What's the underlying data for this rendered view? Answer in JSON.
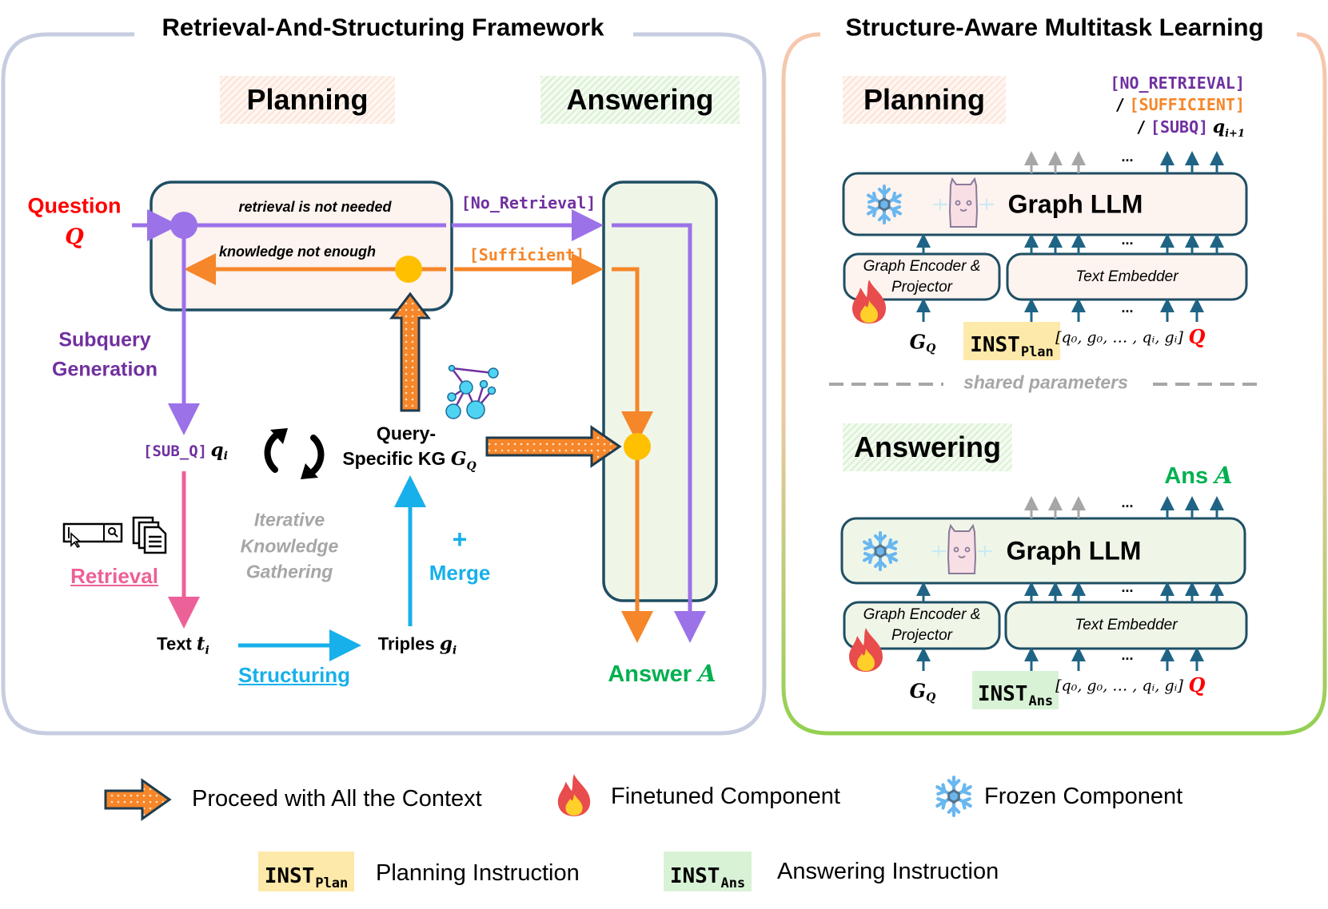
{
  "left_panel": {
    "title": "Retrieval-And-Structuring Framework",
    "planning_label": "Planning",
    "answering_label": "Answering",
    "question_label": "Question",
    "question_symbol": "Q",
    "planning_box": {
      "top_path_label": "retrieval is not needed",
      "bottom_path_label": "knowledge not enough"
    },
    "no_retrieval_token": "[No_Retrieval]",
    "sufficient_token": "[Sufficient]",
    "subquery_generation": [
      "Subquery",
      "Generation"
    ],
    "subq_token": "[SUB_Q]",
    "subq_symbol": "q",
    "subq_index": "i",
    "retrieval_label": "Retrieval",
    "iterative_label": [
      "Iterative",
      "Knowledge",
      "Gathering"
    ],
    "text_label": "Text",
    "text_symbol": "t",
    "text_index": "i",
    "structuring_label": "Structuring",
    "triples_label": "Triples",
    "triples_symbol": "g",
    "triples_index": "i",
    "merge_plus": "+",
    "merge_label": "Merge",
    "kg_label": [
      "Query-",
      "Specific KG"
    ],
    "kg_symbol": "G",
    "kg_index": "Q",
    "answer_label": "Answer",
    "answer_symbol": "A",
    "icons": [
      "search-bar-icon",
      "documents-icon",
      "refresh-cycle-icon",
      "knowledge-graph-icon"
    ]
  },
  "right_panel": {
    "title": "Structure-Aware Multitask Learning",
    "planning": {
      "label": "Planning",
      "outputs": {
        "line1": "[NO_RETRIEVAL]",
        "line2_sep": "/",
        "line2": "[SUFFICIENT]",
        "line3_sep": "/",
        "line3": "[SUBQ]",
        "line3_symbol": "q",
        "line3_index": "i+1"
      },
      "llm_label": "Graph LLM",
      "encoder_label": [
        "Graph Encoder &",
        "Projector"
      ],
      "embedder_label": "Text Embedder",
      "graph_input": "G",
      "graph_input_index": "Q",
      "inst_main": "INST",
      "inst_sub": "Plan",
      "sequence": "[q₀, g₀, … , qᵢ, gᵢ]",
      "question": "Q",
      "ellipsis": "..."
    },
    "shared_label": "shared parameters",
    "answering": {
      "label": "Answering",
      "output_label": "Ans",
      "output_symbol": "A",
      "llm_label": "Graph LLM",
      "encoder_label": [
        "Graph Encoder &",
        "Projector"
      ],
      "embedder_label": "Text Embedder",
      "graph_input": "G",
      "graph_input_index": "Q",
      "inst_main": "INST",
      "inst_sub": "Ans",
      "sequence": "[q₀, g₀, … , qᵢ, gᵢ]",
      "question": "Q",
      "ellipsis": "..."
    }
  },
  "legend": {
    "proceed": "Proceed with All the Context",
    "finetuned": "Finetuned Component",
    "frozen": "Frozen Component",
    "inst_plan_main": "INST",
    "inst_plan_sub": "Plan",
    "planning_instruction": "Planning Instruction",
    "inst_ans_main": "INST",
    "inst_ans_sub": "Ans",
    "answering_instruction": "Answering Instruction"
  },
  "colors": {
    "purple": "#9b72e8",
    "purple_text": "#7030a0",
    "orange": "#f6862a",
    "yellow_node": "#ffc000",
    "pink": "#ec6197",
    "blue": "#17b0ea",
    "green_text": "#00b050",
    "red_text": "#ff0000",
    "gray_text": "#a6a6a6",
    "dark_border": "#1f4e63",
    "left_frame": "#c7cde0",
    "right_frame_top": "#f6c7ad",
    "right_frame_bottom": "#92d050",
    "plan_fill": "#fdf3ef",
    "ans_fill": "#eff6e8",
    "inst_plan_fill": "#fde9a9",
    "inst_ans_fill": "#d8f2d6"
  }
}
